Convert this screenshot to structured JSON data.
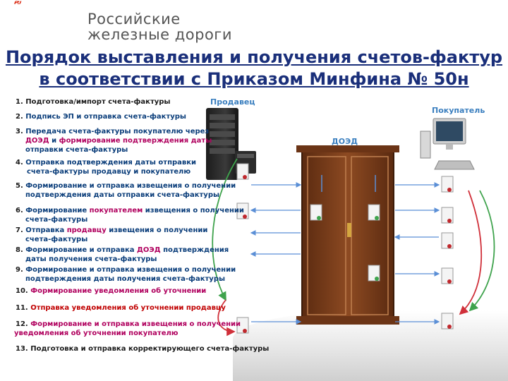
{
  "header": {
    "brand_line1": "Российские",
    "brand_line2": "железные дороги",
    "title": "Порядок выставления и получения счетов-фактур в соответствии с Приказом Минфина № 50н"
  },
  "labels": {
    "seller": "Продавец",
    "buyer": "Покупатель",
    "doed": "ДОЭД"
  },
  "steps": [
    {
      "num": "1.",
      "text": "Подготовка/импорт счета-фактуры"
    },
    {
      "num": "2.",
      "text": "Подпись ЭП и отправка счета-фактуры"
    },
    {
      "num": "3.",
      "p1": "Передача счета-фактуры покупателю через",
      "p2": "ДОЭД",
      "p3": "и",
      "p4": "формирование подтверждения даты",
      "p5": "отправки счета-фактуры"
    },
    {
      "num": "4.",
      "line1": "Отправка подтверждения даты отправки",
      "line2": "счета-фактуры продавцу и покупателю"
    },
    {
      "num": "5.",
      "line1": "Формирование и отправка извещения о получении",
      "line2": "подтверждения даты отправки счета-фактуры"
    },
    {
      "num": "6.",
      "p1": "Формирование",
      "p2": "покупателем",
      "p3": "извещения о получении",
      "line2": "счета-фактуры"
    },
    {
      "num": "7.",
      "p1": "Отправка",
      "p2": "продавцу",
      "p3": "извещения о получении",
      "line2": "счета-фактуры"
    },
    {
      "num": "8.",
      "p1": "Формирование и отправка",
      "p2": "ДОЭД",
      "p3": "подтверждения",
      "line2": "даты получения счета-фактуры"
    },
    {
      "num": "9.",
      "line1": "Формирование и отправка извещения о получении",
      "line2": "подтверждения даты получения счета-фактуры"
    },
    {
      "num": "10.",
      "text": "Формирование уведомления об уточнении"
    },
    {
      "num": "11.",
      "text": "Отправка уведомления об уточнении продавцу"
    },
    {
      "num": "12.",
      "line1": "Формирование и отправка извещения о получении",
      "line2": "уведомления об уточнении покупателю"
    },
    {
      "num": "13.",
      "text": "Подготовка и отправка корректирующего счета-фактуры"
    }
  ],
  "colors": {
    "title": "#1a2f7a",
    "step_text": "#0a3d7a",
    "highlight": "#b0005e",
    "red": "#c00000",
    "logo": "#d81e05",
    "arrow_blue": "#5b8fd6",
    "arrow_green": "#3fa34d",
    "arrow_red": "#d0303a",
    "cabinet": "#7a3e1c"
  }
}
